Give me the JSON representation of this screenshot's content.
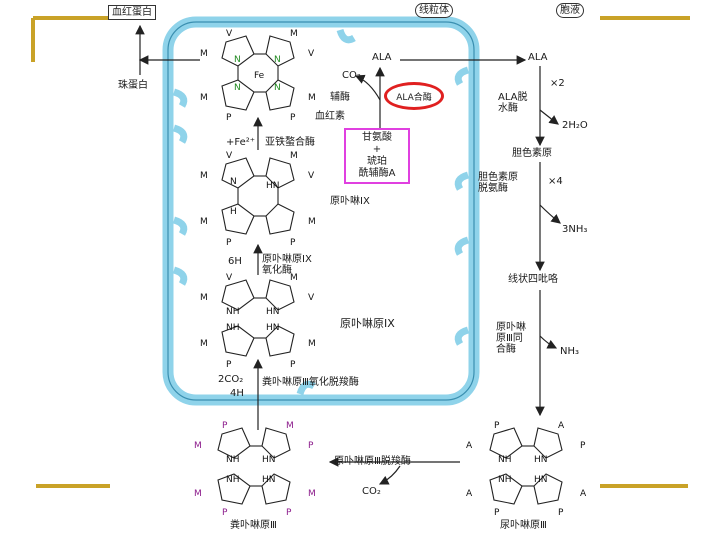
{
  "colors": {
    "gold": "#c9a227",
    "mito": "#8fd3ea",
    "oval": "#e02020",
    "hlbox": "#e040e0",
    "arrow": "#222222"
  },
  "headers": {
    "hemoglobin": "血红蛋白",
    "mitochondria": "线粒体",
    "cytoplasm": "胞液"
  },
  "labels": {
    "globin": "珠蛋白",
    "ala_mito": "ALA",
    "co2_top": "CO₂",
    "coenzyme": "辅酶",
    "ala_synthase": "ALA合酶",
    "heme": "血红素",
    "fe2": "+Fe²⁺",
    "ferrochelatase": "亚铁螯合酶",
    "glycine_box": "甘氨酸\n+\n琥珀\n酰辅酶A",
    "proto_ix": "原卟啉IX",
    "h6": "6H",
    "protogen_oxidase": "原卟啉原IX\n氧化酶",
    "protogen_ix": "原卟啉原IX",
    "co2_2": "2CO₂",
    "h4": "4H",
    "copro_oxid": "粪卟啉原Ⅲ氧化脱羧酶",
    "ala_cyto": "ALA",
    "x2": "×2",
    "ala_dehydratase": "ALA脱\n水酶",
    "h2o": "2H₂O",
    "pbg": "胆色素原",
    "pbg_deaminase": "胆色素原\n脱氨酶",
    "x4": "×4",
    "nh3_4": "3NH₃",
    "linear": "线状四吡咯",
    "uro_cosynth": "原卟啉\n原Ⅲ同\n合酶",
    "nh3_1": "NH₃",
    "uro_decarb": "原卟啉原Ⅲ脱羧酶",
    "co2_bottom": "CO₂",
    "copro_iii": "粪卟啉原Ⅲ",
    "uro_iii": "尿卟啉原Ⅲ"
  },
  "structures": {
    "heme": {
      "top_left": "V",
      "top_right": "M",
      "left_top": "M",
      "left_bottom": "M",
      "right_top": "V",
      "right_bottom": "M",
      "bottom_left": "P",
      "bottom_right": "P",
      "center": "Fe",
      "n": "N"
    },
    "proto_ix": {
      "top_left": "V",
      "top_right": "M",
      "left_top": "M",
      "right_top": "V",
      "left_bottom": "M",
      "right_bottom": "M",
      "bottom_left": "P",
      "bottom_right": "P",
      "nh": "HN",
      "n": "N",
      "h": "H"
    },
    "protogen": {
      "top_left": "V",
      "top_right": "M",
      "left_top": "M",
      "right_top": "V",
      "left_bottom": "M",
      "right_bottom": "M",
      "bottom_left": "P",
      "bottom_right": "P",
      "nh": "NH",
      "hn": "HN"
    },
    "copro": {
      "top_left": "P",
      "top_right": "M",
      "left_top": "M",
      "right_top": "P",
      "left_bottom": "M",
      "right_bottom": "M",
      "bottom_left": "P",
      "bottom_right": "P",
      "nh": "NH",
      "hn": "HN"
    },
    "uro": {
      "top_left": "P",
      "top_right": "A",
      "left_top": "A",
      "right_top": "P",
      "left_bottom": "A",
      "right_bottom": "A",
      "bottom_left": "P",
      "bottom_right": "P",
      "nh": "NH",
      "hn": "HN"
    }
  }
}
